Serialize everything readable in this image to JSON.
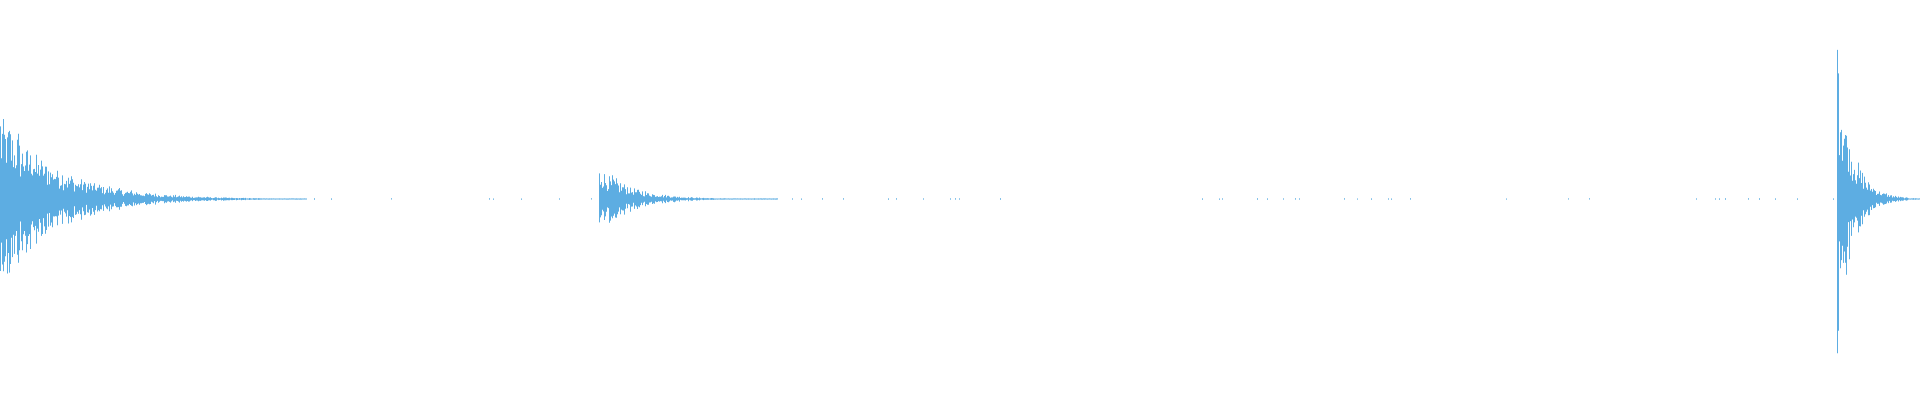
{
  "waveform": {
    "color": "#5dade2",
    "background": "#ffffff",
    "peak_amplitude": 0.9,
    "events": [
      {
        "name": "transient-1",
        "start_fraction": 0.0,
        "peak": 0.55,
        "decay_end_fraction": 0.16
      },
      {
        "name": "transient-2",
        "start_fraction": 0.312,
        "peak": 0.2,
        "decay_end_fraction": 0.405
      },
      {
        "name": "transient-3",
        "start_fraction": 0.957,
        "peak": 0.9,
        "decay_end_fraction": 1.0
      }
    ]
  }
}
